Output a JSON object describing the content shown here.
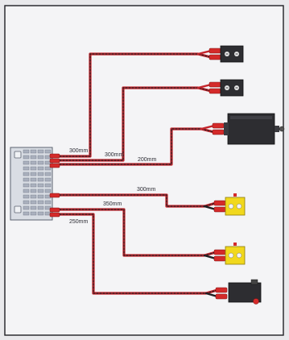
{
  "colors": {
    "page_background": "#e9e9ec",
    "panel_fill": "#f4f4f6",
    "panel_border": "#1f1f24",
    "wire_red": "#c4252c",
    "wire_black": "#1e1e22",
    "connector_red": "#d42a2a",
    "module_black": "#2d2d31",
    "module_yellow": "#f1d81d",
    "terminal_block": "#d9dde4"
  },
  "diagram": {
    "hub": {
      "name": "terminal-block"
    },
    "cables": [
      {
        "id": "c1",
        "label": "300mm",
        "device": "terminal-connector-black"
      },
      {
        "id": "c2",
        "label": "300mm",
        "device": "terminal-connector-black"
      },
      {
        "id": "c3",
        "label": "200mm",
        "device": "motor-black"
      },
      {
        "id": "c4",
        "label": "300mm",
        "device": "terminal-connector-yellow"
      },
      {
        "id": "c5",
        "label": "350mm",
        "device": "terminal-connector-yellow"
      },
      {
        "id": "c6",
        "label": "250mm",
        "device": "battery-box-black"
      }
    ]
  }
}
